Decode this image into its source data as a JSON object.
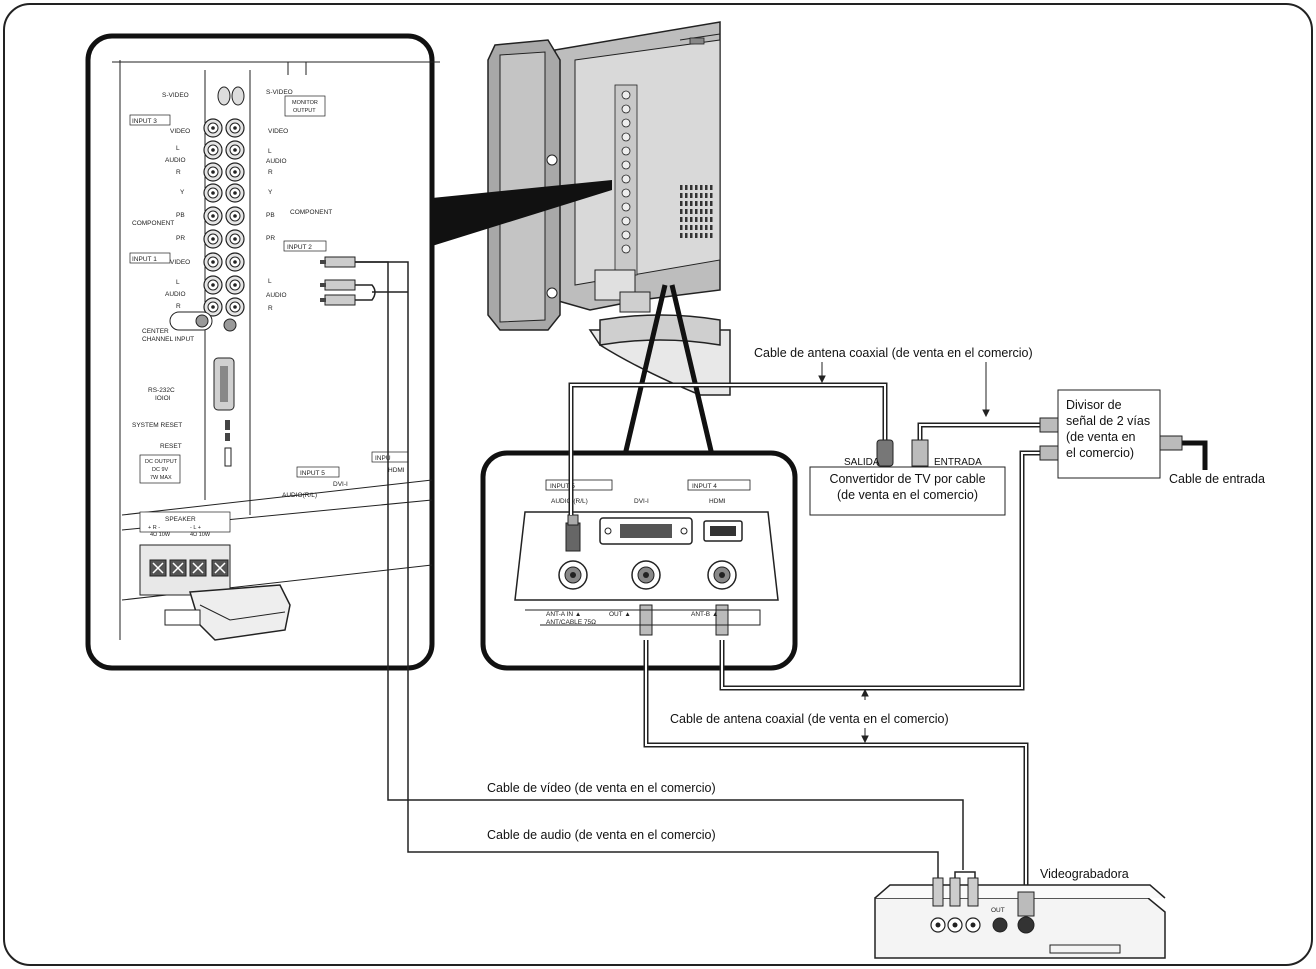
{
  "labels": {
    "coax_top": "Cable de antena coaxial (de venta en el comercio)",
    "coax_bottom": "Cable de antena coaxial (de venta en el comercio)",
    "video_cable": "Cable de vídeo (de venta en el comercio)",
    "audio_cable": "Cable de audio (de venta en el comercio)",
    "vcr": "Videograbadora",
    "cable_in": "Cable de entrada",
    "converter": [
      "Convertidor de TV por cable",
      "(de venta en el comercio)"
    ],
    "splitter": [
      "Divisor de",
      "señal de 2 vías",
      "(de venta en",
      "el comercio)"
    ],
    "salida": "SALIDA",
    "entrada": "ENTRADA"
  },
  "left_panel": {
    "s_video": "S-VIDEO",
    "input3": "INPUT 3",
    "video": "VIDEO",
    "audio": "AUDIO",
    "l": "L",
    "r": "R",
    "monitor_output": [
      "MONITOR",
      "OUTPUT"
    ],
    "y": "Y",
    "pb": "PB",
    "pr": "PR",
    "component": "COMPONENT",
    "input1": "INPUT 1",
    "input2": "INPUT 2",
    "center": [
      "CENTER",
      "CHANNEL INPUT"
    ],
    "rs232": [
      "RS-232C",
      "IOIOI"
    ],
    "system_reset": "SYSTEM RESET",
    "reset": "RESET",
    "dc_output": [
      "DC OUTPUT",
      "DC 9V",
      "7W MAX"
    ],
    "speaker": "SPEAKER",
    "speaker_r": [
      "+ R -",
      "4Ω 10W"
    ],
    "speaker_l": [
      "- L +",
      "4Ω 10W"
    ],
    "input5": "INPUT 5",
    "audio_rl": "AUDIO(R/L)",
    "dvi_i": "DVI-I",
    "hdmi_partial": "INPU",
    "hdmi_partial2": "HDMI"
  },
  "inset_panel": {
    "input5": "INPUT 5",
    "input4": "INPUT 4",
    "audio_rl": "AUDIO (R/L)",
    "dvi_i": "DVI-I",
    "hdmi": "HDMI",
    "ant_a_in": "ANT-A IN ▲",
    "out": "OUT ▲",
    "ant_b": "ANT-B ▲",
    "ant_cable": "ANT/CABLE 75Ω"
  },
  "vcr_panel": {
    "out": "OUT"
  },
  "icons": [
    "corner-frame",
    "tv-rear-illustration",
    "jack-panel-zoom",
    "terminal-inset",
    "cable-converter",
    "signal-splitter",
    "vcr-device"
  ]
}
